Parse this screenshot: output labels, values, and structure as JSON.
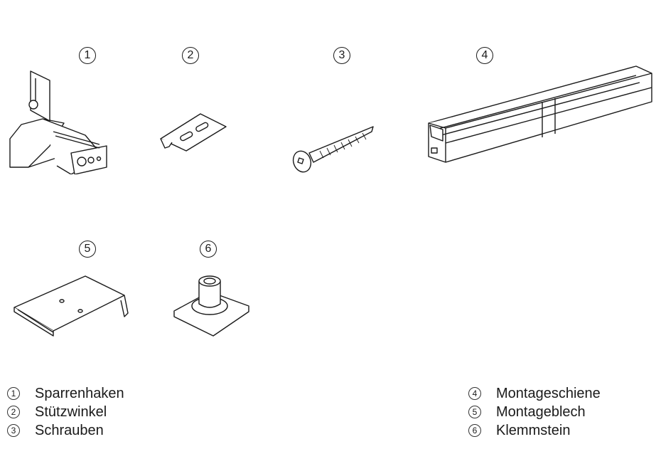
{
  "parts": [
    {
      "num": "1",
      "name": "Sparrenhaken"
    },
    {
      "num": "2",
      "name": "Stützwinkel"
    },
    {
      "num": "3",
      "name": "Schrauben"
    },
    {
      "num": "4",
      "name": "Montageschiene"
    },
    {
      "num": "5",
      "name": "Montageblech"
    },
    {
      "num": "6",
      "name": "Klemmstein"
    }
  ]
}
